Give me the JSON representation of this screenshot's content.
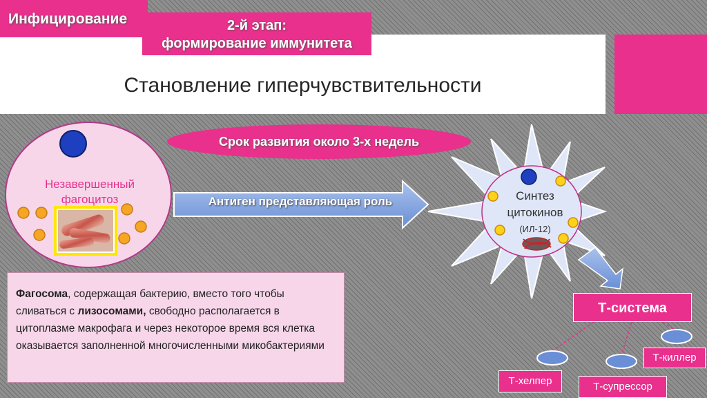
{
  "header": {
    "tab_infection": "Инфицирование",
    "tab_stage_line1": "2-й этап:",
    "tab_stage_line2": "формирование иммунитета",
    "title": "Становление гиперчувствительности"
  },
  "diagram": {
    "duration_pill": "Срок развития около 3-х недель",
    "cell_label_line1": "Незавершенный",
    "cell_label_line2": "фагоцитоз",
    "arrow_label": "Антиген представляющая роль",
    "star_label_line1": "Синтез",
    "star_label_line2": "цитокинов",
    "star_label_line3": "(ИЛ-12)",
    "t_system": "Т-система",
    "t_helper": "Т-хелпер",
    "t_suppressor": "Т-супрессор",
    "t_killer": "Т-киллер"
  },
  "description": {
    "term1": "Фагосома",
    "part1": ", содержащая бактерию, вместо того чтобы сливаться с ",
    "term2": "лизосомами,",
    "part2": " свободно располагается в цитоплазме макрофага и через некоторое время вся клетка оказывается заполненной многочисленными микобактериями"
  },
  "colors": {
    "accent_pink": "#e8308c",
    "cell_fill": "#f7d6ea",
    "nucleus_blue": "#1e3fbf",
    "granule_orange": "#f5a623",
    "granule_yellow": "#ffd21a"
  }
}
